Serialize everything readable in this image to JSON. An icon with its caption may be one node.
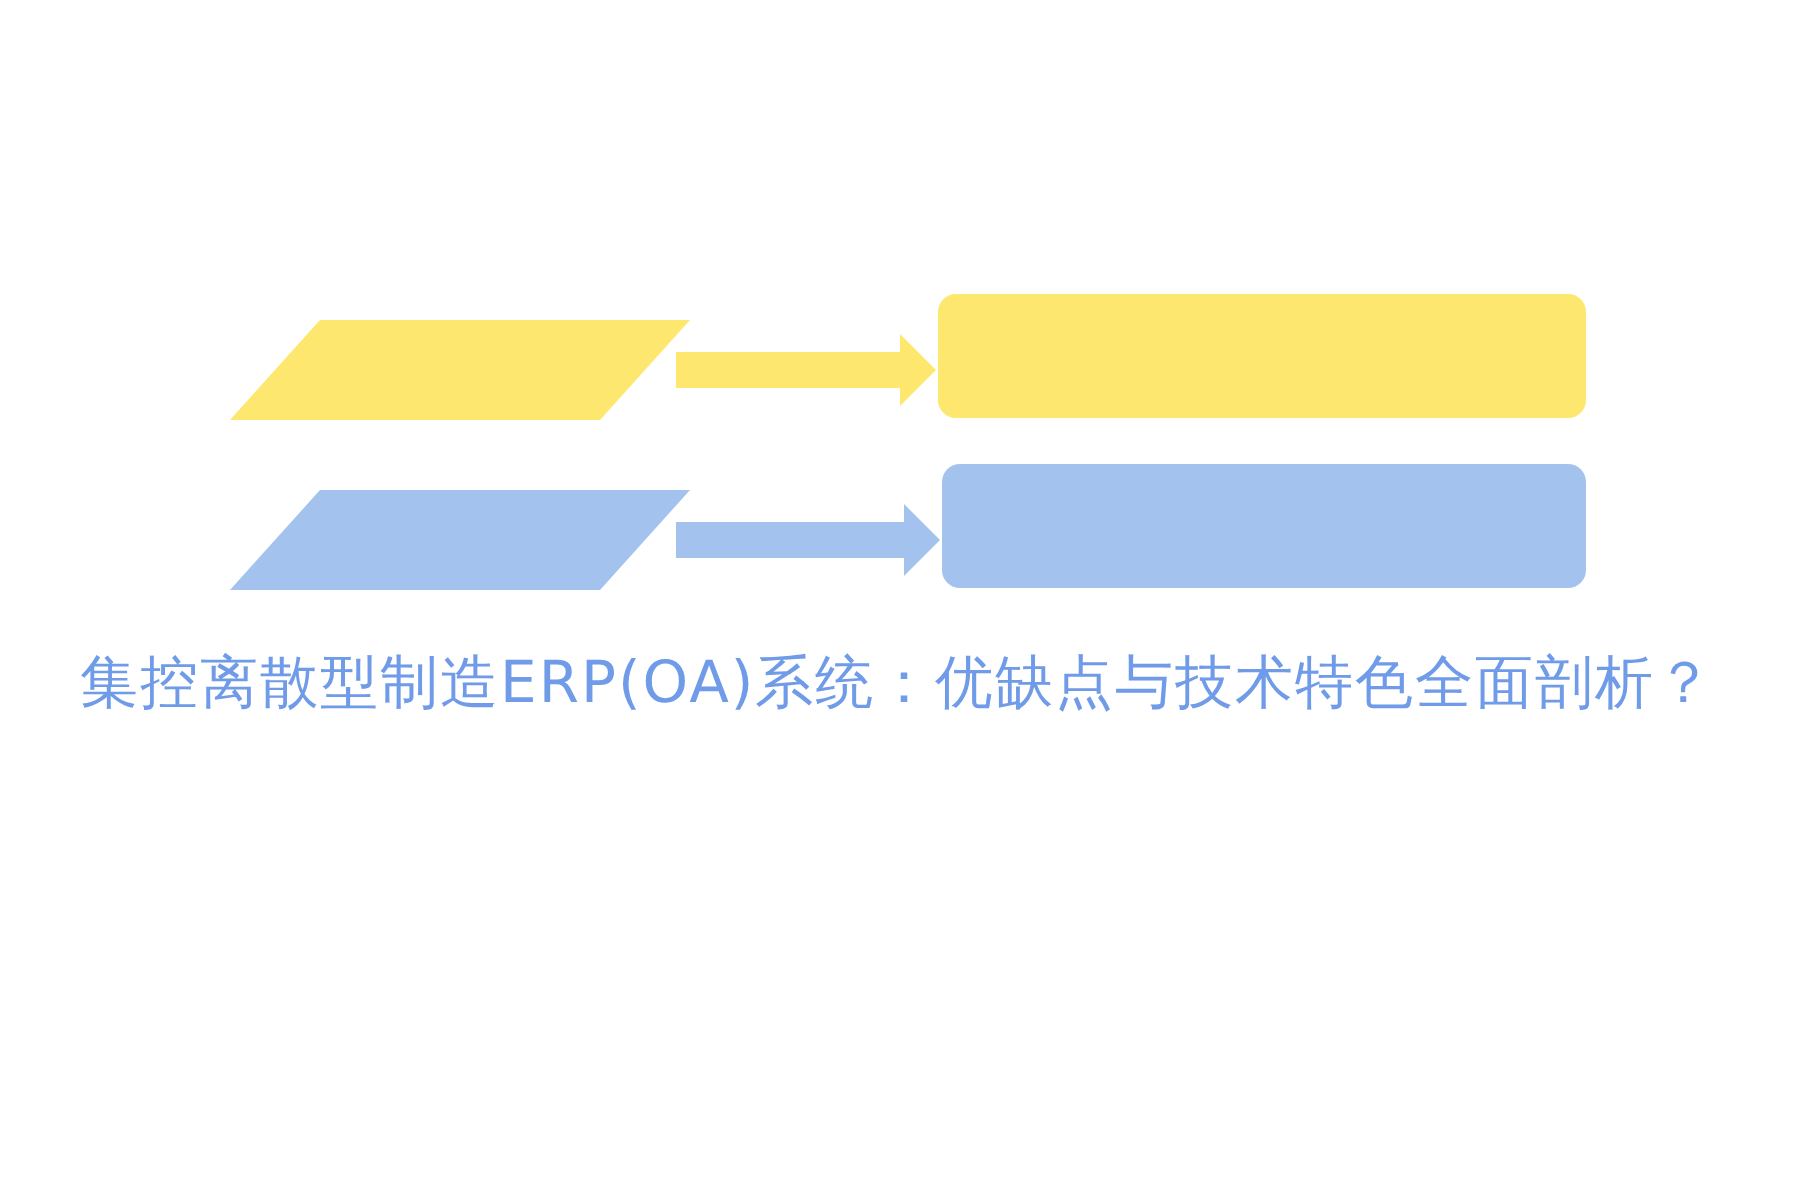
{
  "diagram": {
    "title": "集控离散型制造ERP(OA)系统：优缺点与技术特色全面剖析？",
    "nodes": [
      {
        "text": [],
        "shape": "parallelogram"
      },
      {
        "text": [],
        "shape": "box"
      },
      {
        "text": [],
        "shape": "parallelogram"
      },
      {
        "text": [],
        "shape": "box"
      }
    ],
    "edges": [
      {
        "from": 0,
        "to": 1,
        "arrow": "to",
        "color": "#fde76e"
      },
      {
        "from": 2,
        "to": 3,
        "arrow": "to",
        "color": "#a3c2ee"
      }
    ]
  }
}
